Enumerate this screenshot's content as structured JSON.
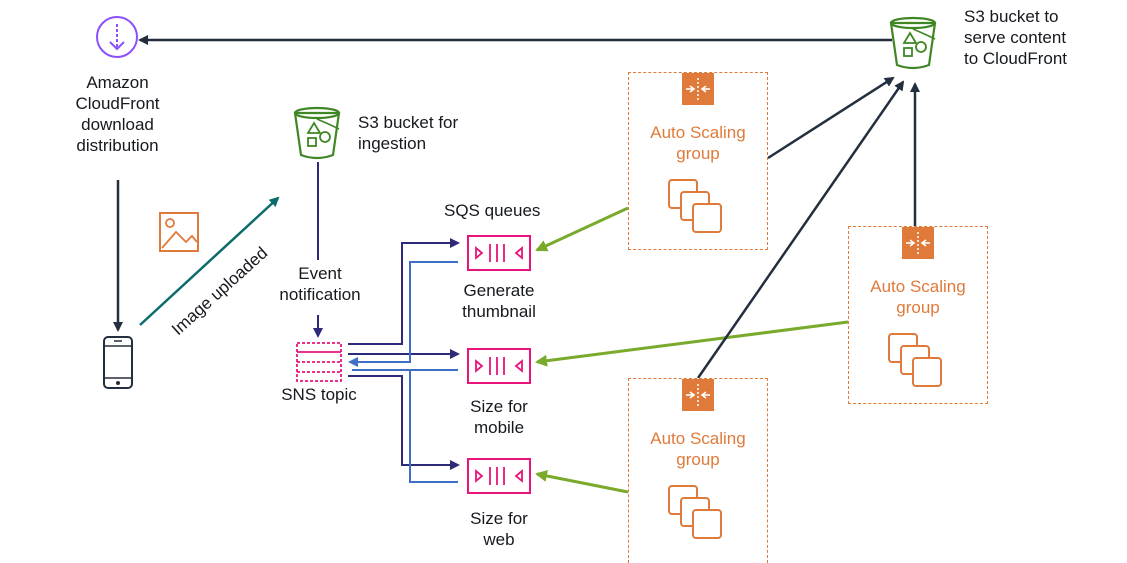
{
  "labels": {
    "cloudfront": [
      "Amazon",
      "CloudFront",
      "download",
      "distribution"
    ],
    "s3_ingest": [
      "S3 bucket for",
      "ingestion"
    ],
    "s3_serve": [
      "S3 bucket to",
      "serve content",
      "to CloudFront"
    ],
    "sqs_queues": "SQS queues",
    "event_notification": [
      "Event",
      "notification"
    ],
    "sns_topic": "SNS topic",
    "image_uploaded": "Image uploaded",
    "queue_thumbnail": [
      "Generate",
      "thumbnail"
    ],
    "queue_mobile": [
      "Size for",
      "mobile"
    ],
    "queue_web": [
      "Size for",
      "web"
    ],
    "asg_label": [
      "Auto Scaling",
      "group"
    ]
  },
  "colors": {
    "cloudfront_purple": "#8c4fff",
    "s3_green": "#3f8624",
    "sqs_pink": "#e7157b",
    "autoscaling_orange": "#e07a3a",
    "fanout_blue": "#3f6fc4",
    "fanout_navy": "#2e2a7a",
    "consumer_green": "#7aaa2c",
    "upload_teal": "#0d6b6b",
    "arrow_dark": "#232f3e"
  },
  "icons": [
    "cloudfront-icon",
    "s3-bucket-icon",
    "sqs-queue-icon",
    "sns-topic-icon",
    "autoscaling-icon",
    "ec2-instances-icon",
    "mobile-phone-icon",
    "image-icon"
  ]
}
